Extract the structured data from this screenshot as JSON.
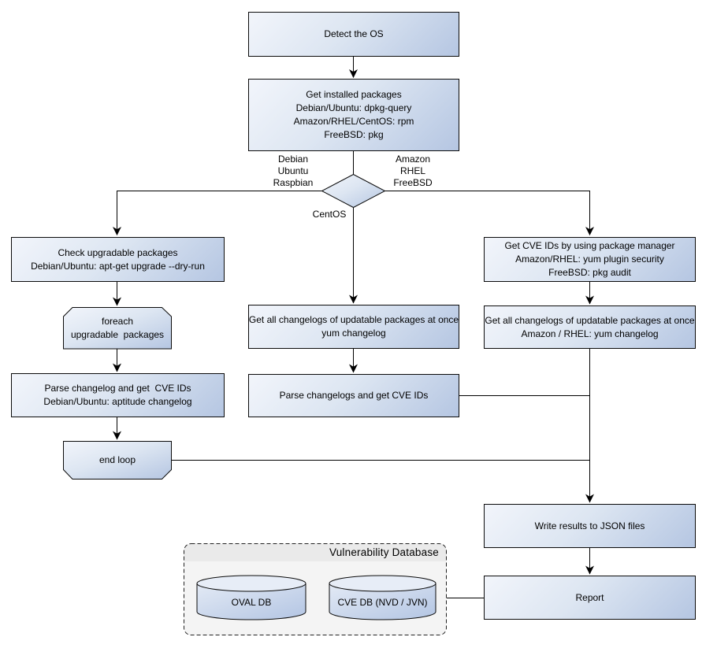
{
  "diagram": {
    "nodes": {
      "detect_os": {
        "lines": [
          "Detect the OS"
        ]
      },
      "get_installed_packages": {
        "lines": [
          "Get installed packages",
          "Debian/Ubuntu: dpkg-query",
          "Amazon/RHEL/CentOS: rpm",
          "FreeBSD: pkg"
        ]
      },
      "check_upgradable_packages": {
        "lines": [
          "Check upgradable packages",
          "Debian/Ubuntu: apt-get upgrade --dry-run"
        ]
      },
      "foreach_loop": {
        "lines": [
          "foreach",
          "upgradable  packages"
        ]
      },
      "parse_changelog_debian": {
        "lines": [
          "Parse changelog and get  CVE IDs",
          "Debian/Ubuntu: aptitude changelog"
        ]
      },
      "end_loop": {
        "lines": [
          "end loop"
        ]
      },
      "get_changelogs_centos": {
        "lines": [
          "Get all changelogs of updatable packages at once",
          "yum changelog"
        ]
      },
      "parse_changelogs_centos": {
        "lines": [
          "Parse changelogs and get CVE IDs"
        ]
      },
      "get_cve_ids_package_manager": {
        "lines": [
          "Get CVE IDs by using package manager",
          "Amazon/RHEL: yum plugin security",
          "FreeBSD: pkg audit"
        ]
      },
      "get_changelogs_amazon_rhel": {
        "lines": [
          "Get all changelogs of updatable packages at once",
          "Amazon / RHEL: yum changelog"
        ]
      },
      "write_results": {
        "lines": [
          "Write results to JSON files"
        ]
      },
      "report": {
        "lines": [
          "Report"
        ]
      }
    },
    "decision": {
      "left_labels": [
        "Debian",
        "Ubuntu",
        "Raspbian"
      ],
      "right_labels": [
        "Amazon",
        "RHEL",
        "FreeBSD"
      ],
      "bottom_label": "CentOS"
    },
    "database_group": {
      "title": "Vulnerability Database",
      "cylinders": [
        {
          "label": "OVAL DB"
        },
        {
          "label": "CVE DB (NVD / JVN)"
        }
      ]
    },
    "edges": [
      "detect_os -> get_installed_packages",
      "get_installed_packages -> os_decision",
      "os_decision -> check_upgradable_packages (Debian/Ubuntu/Raspbian)",
      "os_decision -> get_changelogs_centos (CentOS)",
      "os_decision -> get_cve_ids_package_manager (Amazon/RHEL/FreeBSD)",
      "check_upgradable_packages -> foreach_loop",
      "foreach_loop -> parse_changelog_debian",
      "parse_changelog_debian -> end_loop",
      "end_loop -> write_results",
      "get_changelogs_centos -> parse_changelogs_centos",
      "parse_changelogs_centos -> write_results",
      "get_cve_ids_package_manager -> get_changelogs_amazon_rhel",
      "get_changelogs_amazon_rhel -> write_results",
      "write_results -> report",
      "vulnerability_database -> report"
    ],
    "colors": {
      "node_fill_light": "#f2f5fb",
      "node_fill_dark": "#b5c6e2",
      "node_border": "#0b0b0b",
      "connector": "#000000",
      "cylinder_top": "#e7edf7",
      "group_fill": "#f4f4f4",
      "group_header_fill": "#eaeaea",
      "group_border": "#222222",
      "background": "#ffffff",
      "text": "#000000"
    }
  }
}
